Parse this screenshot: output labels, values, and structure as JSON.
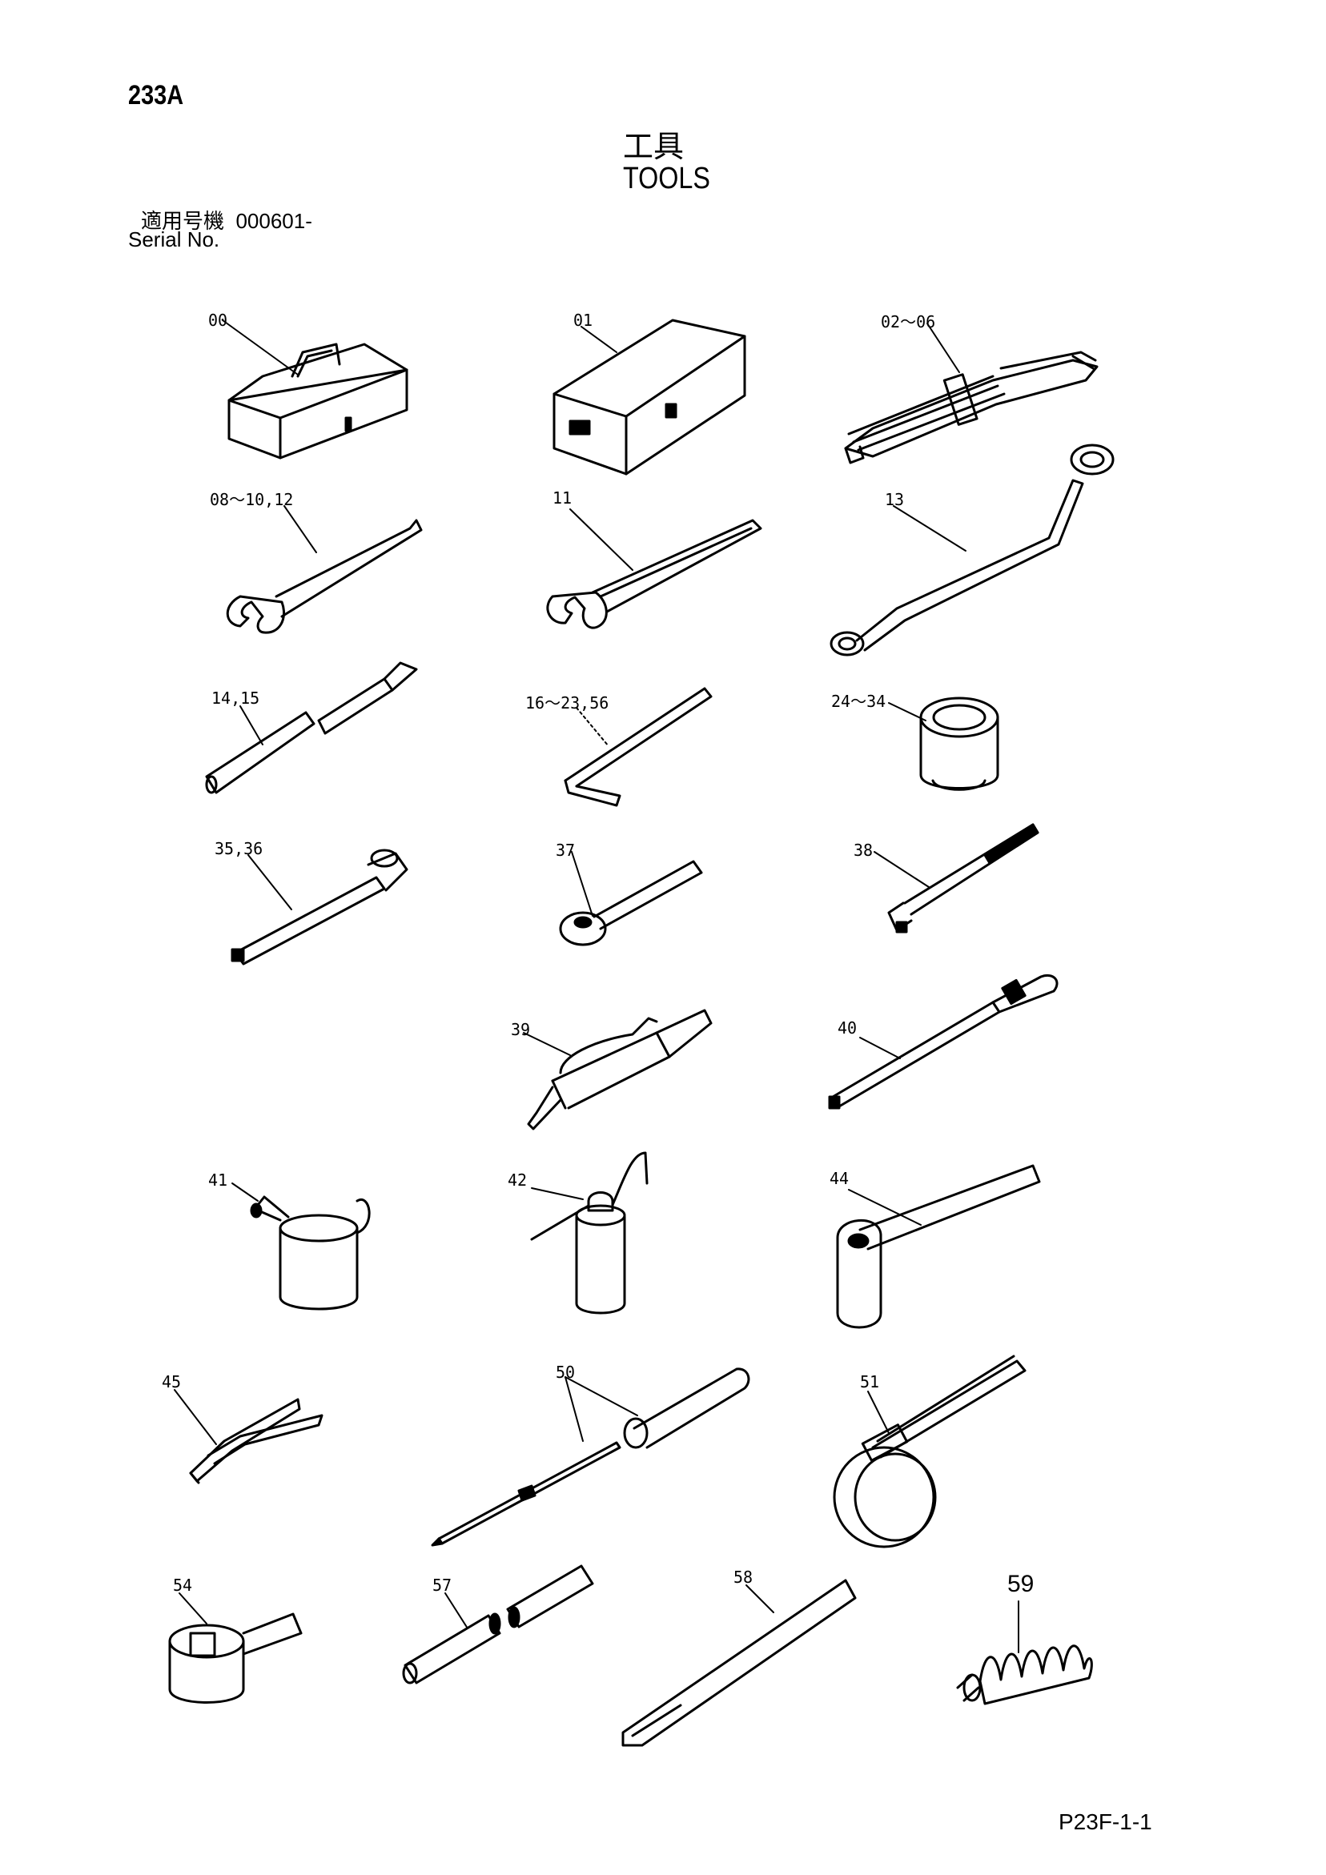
{
  "page_number": "233A",
  "title_jp": "工具",
  "title_en": "TOOLS",
  "serial_label_jp": "適用号機",
  "serial_value": "000601-",
  "serial_label_en": "Serial No.",
  "footer_code": "P23F-1-1",
  "callouts": {
    "c00": "00",
    "c01": "01",
    "c02": "02～06",
    "c08": "08～10,12",
    "c11": "11",
    "c13": "13",
    "c14": "14,15",
    "c16": "16～23,56",
    "c24": "24～34",
    "c35": "35,36",
    "c37": "37",
    "c38": "38",
    "c39": "39",
    "c40": "40",
    "c41": "41",
    "c42": "42",
    "c44": "44",
    "c45": "45",
    "c50": "50",
    "c51": "51",
    "c54": "54",
    "c57": "57",
    "c58": "58",
    "c59": "59"
  }
}
